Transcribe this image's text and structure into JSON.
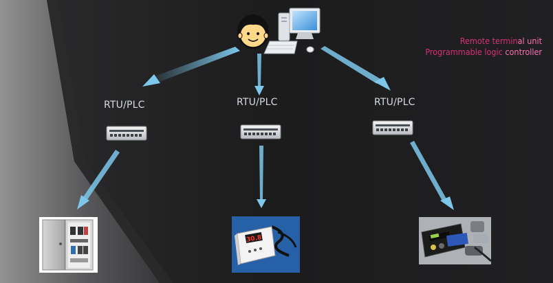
{
  "rtu_label": "RTU/PLC",
  "legend": {
    "line1": {
      "a": "Remote termin",
      "b": "al unit"
    },
    "line2": {
      "a": "Programmable logic ",
      "b": "controller"
    }
  },
  "thermostat_display": "30.8",
  "colors": {
    "background": "#1e1e1f",
    "arrow": "#7cc7ea",
    "legend_pink": "#ff6fb5",
    "legend_dark": "#d8307a"
  },
  "icons": [
    "operator-face-icon",
    "computer-icon",
    "switch-icon",
    "control-panel-image",
    "thermostat-image",
    "sensor-device-image"
  ]
}
